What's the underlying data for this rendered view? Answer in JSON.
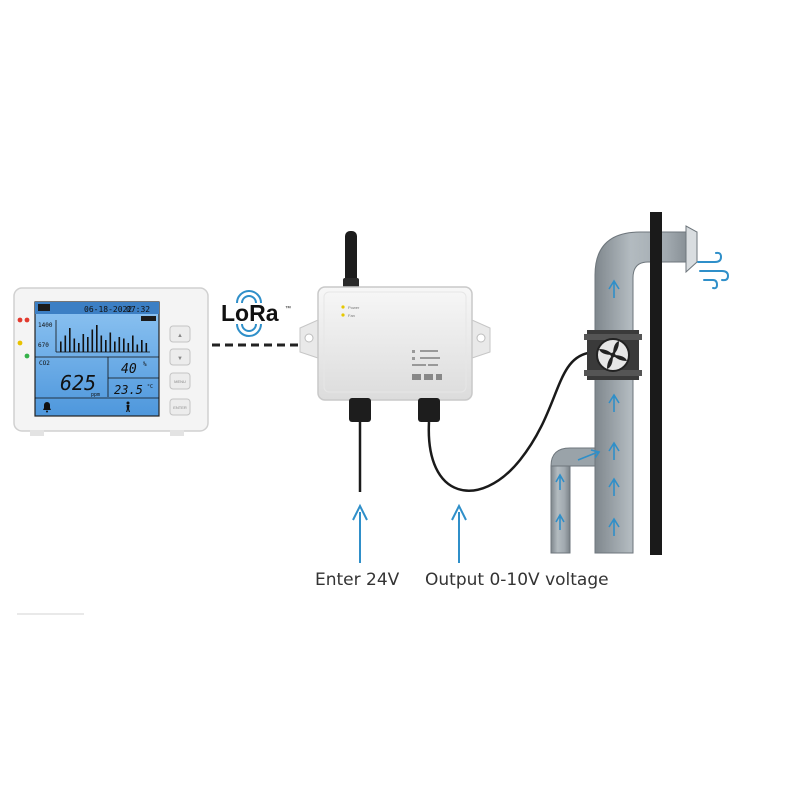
{
  "monitor": {
    "date": "06-18-2022",
    "time": "07:32",
    "chart_scale_top": "1400",
    "chart_scale_bottom": "670",
    "co2_label": "CO2",
    "co2_value": "625",
    "co2_unit": "ppm",
    "humidity_value": "40",
    "humidity_unit": "%",
    "temperature_value": "23.5",
    "temperature_unit": "°C",
    "buttons": {
      "up": "▲",
      "down": "▼",
      "menu": "MENU",
      "enter": "ENTER"
    },
    "histogram_levels": [
      0.35,
      0.55,
      0.8,
      0.45,
      0.3,
      0.6,
      0.5,
      0.75,
      0.9,
      0.55,
      0.4,
      0.65,
      0.35,
      0.5,
      0.45,
      0.3,
      0.55,
      0.25,
      0.4,
      0.3
    ]
  },
  "lora": {
    "logo_text": "LoRa",
    "trademark": "™"
  },
  "controller": {
    "led_power": "Power",
    "led_fan": "Fan"
  },
  "labels": {
    "input": "Enter 24V",
    "output": "Output 0-10V voltage"
  },
  "colors": {
    "arrow_blue": "#2f8fc9",
    "pipe_gray": "#9aa3a9",
    "lcd_blue": "#5aa3e6"
  }
}
